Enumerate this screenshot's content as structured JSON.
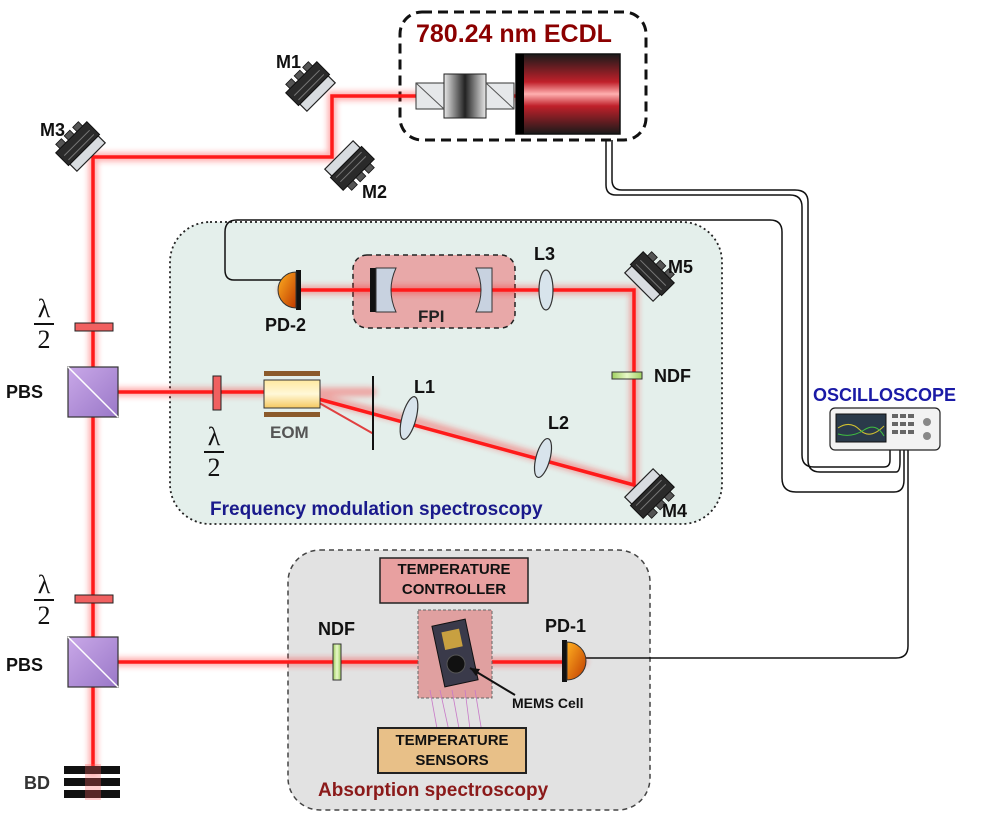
{
  "laser": {
    "title": "780.24 nm ECDL"
  },
  "mirrors": {
    "m1": "M1",
    "m2": "M2",
    "m3": "M3",
    "m4": "M4",
    "m5": "M5"
  },
  "half_wave": {
    "numerator": "λ",
    "denominator": "2"
  },
  "pbs": "PBS",
  "beam_dump": "BD",
  "fm": {
    "title": "Frequency modulation spectroscopy",
    "pd2": "PD-2",
    "fpi": "FPI",
    "eom": "EOM",
    "l1": "L1",
    "l2": "L2",
    "l3": "L3",
    "ndf": "NDF"
  },
  "oscilloscope": "OSCILLOSCOPE",
  "abs": {
    "title": "Absorption spectroscopy",
    "ndf": "NDF",
    "pd1": "PD-1",
    "temp_controller_1": "TEMPERATURE",
    "temp_controller_2": "CONTROLLER",
    "temp_sensors_1": "TEMPERATURE",
    "temp_sensors_2": "SENSORS",
    "mems": "MEMS Cell"
  },
  "colors": {
    "beam": "#ff1a1a",
    "laser_title": "#8b0000",
    "section_title_fm": "#1a1a8c",
    "section_title_abs": "#8b1a1a",
    "oscilloscope_label": "#1a1aa6",
    "fm_panel": "#e4efeb",
    "abs_panel": "#e2e2e2",
    "fpi_box": "#e8a8a8",
    "temp_controller_box": "#e8a0a0",
    "temp_sensors_box": "#e8c088"
  }
}
